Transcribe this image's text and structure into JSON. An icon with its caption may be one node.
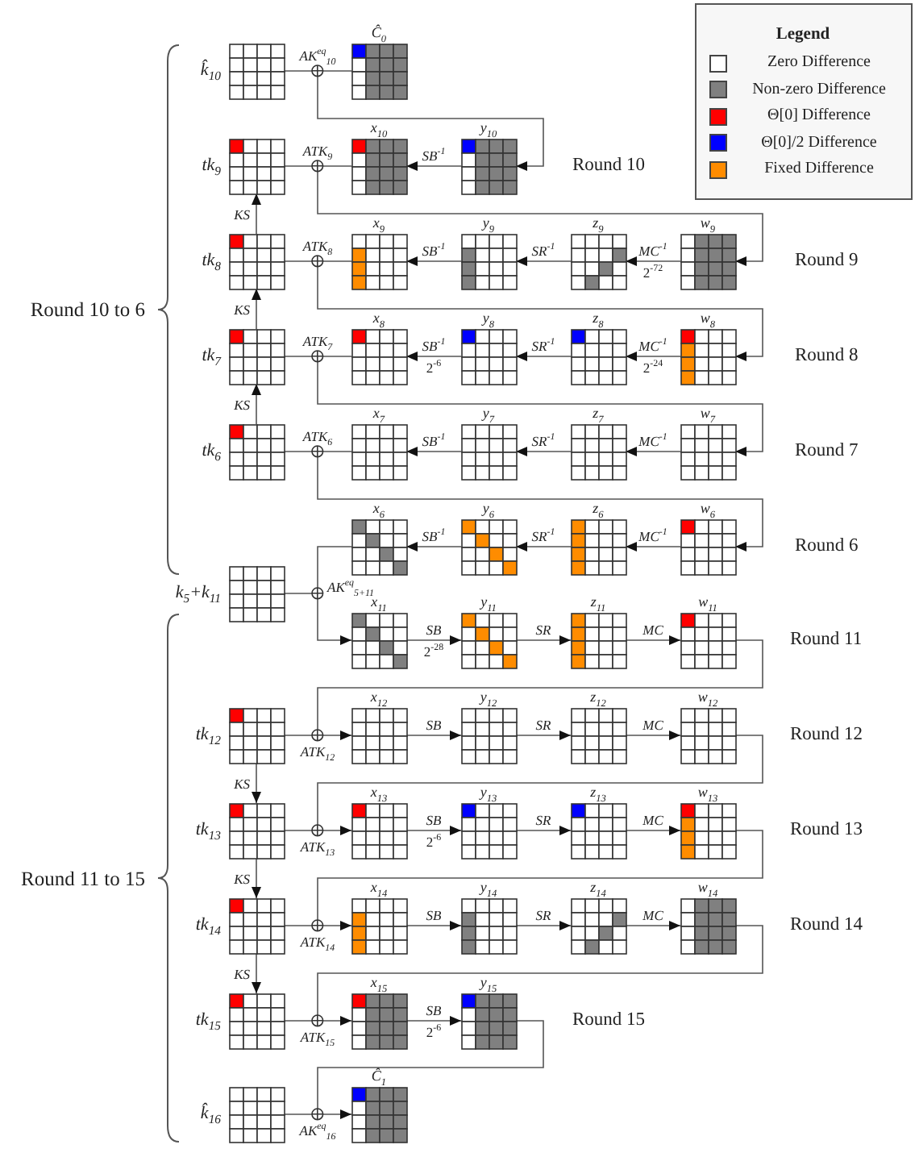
{
  "diagram": {
    "nodes": [
      {
        "text": [
          "k̂$_{10}$"
        ]
      },
      {
        "text": [],
        "shape": "circle",
        "beside": [
          "AK$^{eq}$$_{10}$"
        ]
      },
      {
        "text": [
          "Ĉ$_{0}$"
        ]
      },
      {
        "text": [
          "tk$_{9}$"
        ]
      },
      {
        "text": [],
        "shape": "circle",
        "beside": [
          "ATK$_{9}$"
        ]
      },
      {
        "text": [
          "x$_{10}$"
        ]
      },
      {
        "text": [
          "y$_{10}$"
        ]
      },
      {
        "text": [
          "tk$_{8}$"
        ]
      },
      {
        "text": [],
        "shape": "circle",
        "beside": [
          "ATK$_{8}$"
        ]
      },
      {
        "text": [
          "x$_{9}$"
        ]
      },
      {
        "text": [
          "y$_{9}$"
        ]
      },
      {
        "text": [
          "z$_{9}$"
        ]
      },
      {
        "text": [
          "w$_{9}$"
        ]
      },
      {
        "text": [
          "tk$_{7}$"
        ]
      },
      {
        "text": [],
        "shape": "circle",
        "beside": [
          "ATK$_{7}$"
        ]
      },
      {
        "text": [
          "x$_{8}$"
        ]
      },
      {
        "text": [
          "y$_{8}$"
        ]
      },
      {
        "text": [
          "z$_{8}$"
        ]
      },
      {
        "text": [
          "w$_{8}$"
        ]
      },
      {
        "text": [
          "tk$_{6}$"
        ]
      },
      {
        "text": [],
        "shape": "circle",
        "beside": [
          "ATK$_{6}$"
        ]
      },
      {
        "text": [
          "x$_{7}$"
        ]
      },
      {
        "text": [
          "y$_{7}$"
        ]
      },
      {
        "text": [
          "z$_{7}$"
        ]
      },
      {
        "text": [
          "w$_{7}$"
        ]
      },
      {
        "text": [
          "x$_{6}$"
        ]
      },
      {
        "text": [
          "y$_{6}$"
        ]
      },
      {
        "text": [
          "z$_{6}$"
        ]
      },
      {
        "text": [
          "w$_{6}$"
        ]
      },
      {
        "text": [
          "k$_{5}$+k$_{11}$"
        ]
      },
      {
        "text": [],
        "shape": "circle",
        "beside": [
          "AK$^{eq}$$_{5+11}$"
        ]
      },
      {
        "text": [
          "x$_{11}$"
        ]
      },
      {
        "text": [
          "y$_{11}$"
        ]
      },
      {
        "text": [
          "z$_{11}$"
        ]
      },
      {
        "text": [
          "w$_{11}$"
        ]
      },
      {
        "text": [
          "tk$_{12}$"
        ]
      },
      {
        "text": [],
        "shape": "circle",
        "beside": [
          "ATK$_{12}$"
        ]
      },
      {
        "text": [
          "x$_{12}$"
        ]
      },
      {
        "text": [
          "y$_{12}$"
        ]
      },
      {
        "text": [
          "z$_{12}$"
        ]
      },
      {
        "text": [
          "w$_{12}$"
        ]
      },
      {
        "text": [
          "tk$_{13}$"
        ]
      },
      {
        "text": [],
        "shape": "circle",
        "beside": [
          "ATK$_{13}$"
        ]
      },
      {
        "text": [
          "x$_{13}$"
        ]
      },
      {
        "text": [
          "y$_{13}$"
        ]
      },
      {
        "text": [
          "z$_{13}$"
        ]
      },
      {
        "text": [
          "w$_{13}$"
        ]
      },
      {
        "text": [
          "tk$_{14}$"
        ]
      },
      {
        "text": [],
        "shape": "circle",
        "beside": [
          "ATK$_{14}$"
        ]
      },
      {
        "text": [
          "x$_{14}$"
        ]
      },
      {
        "text": [
          "y$_{14}$"
        ]
      },
      {
        "text": [
          "z$_{14}$"
        ]
      },
      {
        "text": [
          "w$_{14}$"
        ]
      },
      {
        "text": [
          "tk$_{15}$"
        ]
      },
      {
        "text": [],
        "shape": "circle",
        "beside": [
          "ATK$_{15}$"
        ]
      },
      {
        "text": [
          "x$_{15}$"
        ]
      },
      {
        "text": [
          "y$_{15}$"
        ]
      },
      {
        "text": [
          "k̂$_{16}$"
        ]
      },
      {
        "text": [],
        "shape": "circle",
        "beside": [
          "AK$^{eq}$$_{16}$"
        ]
      },
      {
        "text": [
          "Ĉ$_{1}$"
        ]
      }
    ],
    "edges": [
      {
        "from": 0,
        "to": 1,
        "arrow": "none"
      },
      {
        "from": 2,
        "to": 1,
        "arrow": "none"
      },
      {
        "from": 1,
        "to": 6,
        "arrow": "to"
      },
      {
        "from": 6,
        "to": 5,
        "arrow": "to",
        "label": "SB$^{-1}$"
      },
      {
        "from": 5,
        "to": 4,
        "arrow": "none"
      },
      {
        "from": 3,
        "to": 4,
        "arrow": "none"
      },
      {
        "from": 7,
        "to": 3,
        "arrow": "to",
        "label": "KS"
      },
      {
        "from": 4,
        "to": 12,
        "arrow": "to"
      },
      {
        "from": 12,
        "to": 11,
        "arrow": "to",
        "label": "MC$^{-1}$"
      },
      {
        "from": 11,
        "to": 10,
        "arrow": "to",
        "label": "SR$^{-1}$"
      },
      {
        "from": 10,
        "to": 9,
        "arrow": "to",
        "label": "SB$^{-1}$"
      },
      {
        "from": 9,
        "to": 8,
        "arrow": "none"
      },
      {
        "from": 7,
        "to": 8,
        "arrow": "none"
      },
      {
        "from": 13,
        "to": 7,
        "arrow": "to",
        "label": "KS"
      },
      {
        "from": 8,
        "to": 18,
        "arrow": "to"
      },
      {
        "from": 18,
        "to": 17,
        "arrow": "to",
        "label": "MC$^{-1}$"
      },
      {
        "from": 17,
        "to": 16,
        "arrow": "to",
        "label": "SR$^{-1}$"
      },
      {
        "from": 16,
        "to": 15,
        "arrow": "to",
        "label": "SB$^{-1}$"
      },
      {
        "from": 15,
        "to": 14,
        "arrow": "none"
      },
      {
        "from": 13,
        "to": 14,
        "arrow": "none"
      },
      {
        "from": 19,
        "to": 13,
        "arrow": "to",
        "label": "KS"
      },
      {
        "from": 14,
        "to": 24,
        "arrow": "to"
      },
      {
        "from": 24,
        "to": 23,
        "arrow": "to",
        "label": "MC$^{-1}$"
      },
      {
        "from": 23,
        "to": 22,
        "arrow": "to",
        "label": "SR$^{-1}$"
      },
      {
        "from": 22,
        "to": 21,
        "arrow": "to",
        "label": "SB$^{-1}$"
      },
      {
        "from": 21,
        "to": 20,
        "arrow": "none"
      },
      {
        "from": 19,
        "to": 20,
        "arrow": "none"
      },
      {
        "from": 20,
        "to": 28,
        "arrow": "to"
      },
      {
        "from": 28,
        "to": 27,
        "arrow": "to",
        "label": "MC$^{-1}$"
      },
      {
        "from": 27,
        "to": 26,
        "arrow": "to",
        "label": "SR$^{-1}$"
      },
      {
        "from": 26,
        "to": 25,
        "arrow": "to",
        "label": "SB$^{-1}$"
      },
      {
        "from": 25,
        "to": 30,
        "arrow": "none"
      },
      {
        "from": 29,
        "to": 30,
        "arrow": "none"
      },
      {
        "from": 30,
        "to": 31,
        "arrow": "to"
      },
      {
        "from": 31,
        "to": 32,
        "arrow": "to",
        "label": "SB"
      },
      {
        "from": 32,
        "to": 33,
        "arrow": "to",
        "label": "SR"
      },
      {
        "from": 33,
        "to": 34,
        "arrow": "to",
        "label": "MC"
      },
      {
        "from": 34,
        "to": 36,
        "arrow": "none"
      },
      {
        "from": 35,
        "to": 36,
        "arrow": "none"
      },
      {
        "from": 36,
        "to": 37,
        "arrow": "to"
      },
      {
        "from": 37,
        "to": 38,
        "arrow": "to",
        "label": "SB"
      },
      {
        "from": 38,
        "to": 39,
        "arrow": "to",
        "label": "SR"
      },
      {
        "from": 39,
        "to": 40,
        "arrow": "to",
        "label": "MC"
      },
      {
        "from": 35,
        "to": 41,
        "arrow": "to",
        "label": "KS"
      },
      {
        "from": 40,
        "to": 42,
        "arrow": "none"
      },
      {
        "from": 41,
        "to": 42,
        "arrow": "none"
      },
      {
        "from": 42,
        "to": 43,
        "arrow": "to"
      },
      {
        "from": 43,
        "to": 44,
        "arrow": "to",
        "label": "SB"
      },
      {
        "from": 44,
        "to": 45,
        "arrow": "to",
        "label": "SR"
      },
      {
        "from": 45,
        "to": 46,
        "arrow": "to",
        "label": "MC"
      },
      {
        "from": 41,
        "to": 47,
        "arrow": "to",
        "label": "KS"
      },
      {
        "from": 46,
        "to": 48,
        "arrow": "none"
      },
      {
        "from": 47,
        "to": 48,
        "arrow": "none"
      },
      {
        "from": 48,
        "to": 49,
        "arrow": "to"
      },
      {
        "from": 49,
        "to": 50,
        "arrow": "to",
        "label": "SB"
      },
      {
        "from": 50,
        "to": 51,
        "arrow": "to",
        "label": "SR"
      },
      {
        "from": 51,
        "to": 52,
        "arrow": "to",
        "label": "MC"
      },
      {
        "from": 47,
        "to": 53,
        "arrow": "to",
        "label": "KS"
      },
      {
        "from": 52,
        "to": 54,
        "arrow": "none"
      },
      {
        "from": 53,
        "to": 54,
        "arrow": "none"
      },
      {
        "from": 54,
        "to": 55,
        "arrow": "to"
      },
      {
        "from": 55,
        "to": 56,
        "arrow": "to",
        "label": "SB"
      },
      {
        "from": 56,
        "to": 58,
        "arrow": "none"
      },
      {
        "from": 57,
        "to": 58,
        "arrow": "none"
      },
      {
        "from": 58,
        "to": 59,
        "arrow": "to"
      }
    ],
    "labels": [
      "Legend",
      "Round 10",
      "Round 9",
      "2$^{-72}$",
      "Round 10 to 6",
      "Round 8",
      "2$^{-6}$",
      "2$^{-24}$",
      "Round 7",
      "Round 6",
      "Round 11",
      "2$^{-28}$",
      "Round 12",
      "Round 13",
      "2$^{-6}$",
      "Round 11 to 15",
      "Round 14",
      "Round 15",
      "2$^{-6}$"
    ],
    "legend": [
      {
        "text": "Zero Difference",
        "color": "#ffffff"
      },
      {
        "text": "Non-zero Difference",
        "color": "#808080"
      },
      {
        "text": "Θ[0] Difference",
        "color": "#ff0000"
      },
      {
        "text": "Θ[0]/2 Difference",
        "color": "#0000ff"
      },
      {
        "text": "Fixed Difference",
        "color": "#ff8c00"
      }
    ]
  }
}
